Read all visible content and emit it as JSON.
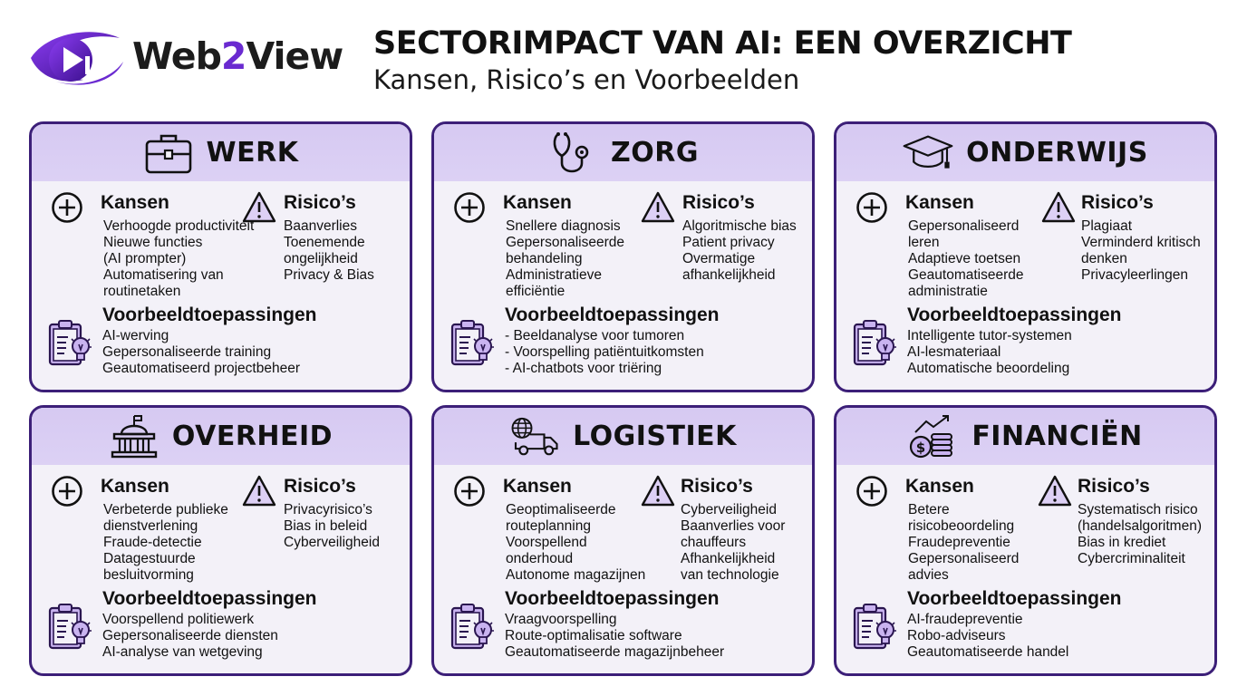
{
  "brand": {
    "name_prefix": "Web",
    "name_accent": "2",
    "name_suffix": "View",
    "accent_color": "#6a2ad0"
  },
  "header": {
    "title": "SECTORIMPACT VAN AI: EEN OVERZICHT",
    "subtitle": "Kansen, Risico’s en Voorbeelden"
  },
  "colors": {
    "card_border": "#3c1f78",
    "card_header": "#d8ccf2",
    "card_body": "#f3f1f8",
    "icon_fill": "#c9b3f0"
  },
  "labels": {
    "opportunities": "Kansen",
    "risks": "Risico’s",
    "examples": "Voorbeeldtoepassingen"
  },
  "sectors": [
    {
      "name": "WERK",
      "icon": "briefcase-icon",
      "opportunities": [
        "Verhoogde productiviteit",
        "Nieuwe functies",
        "(AI prompter)",
        "Automatisering van",
        "routinetaken"
      ],
      "risks": [
        "Baanverlies",
        "Toenemende",
        "ongelijkheid",
        "Privacy & Bias"
      ],
      "examples": [
        "AI-werving",
        "Gepersonaliseerde training",
        "Geautomatiseerd projectbeheer"
      ]
    },
    {
      "name": "ZORG",
      "icon": "stethoscope-icon",
      "opportunities": [
        "Snellere diagnosis",
        "Gepersonaliseerde",
        "behandeling",
        "Administratieve",
        "efficiëntie"
      ],
      "risks": [
        "Algoritmische bias",
        "Patient privacy",
        "Overmatige",
        "afhankelijkheid"
      ],
      "examples": [
        "- Beeldanalyse voor tumoren",
        "- Voorspelling patiëntuitkomsten",
        "- AI-chatbots voor triëring"
      ]
    },
    {
      "name": "ONDERWIJS",
      "icon": "graduation-cap-icon",
      "opportunities": [
        "Gepersonaliseerd",
        "leren",
        "Adaptieve toetsen",
        "Geautomatiseerde",
        "administratie"
      ],
      "risks": [
        "Plagiaat",
        "Verminderd kritisch",
        "denken",
        "Privacyleerlingen"
      ],
      "examples": [
        "Intelligente tutor-systemen",
        "AI-lesmateriaal",
        "Automatische beoordeling"
      ]
    },
    {
      "name": "OVERHEID",
      "icon": "government-building-icon",
      "opportunities": [
        "Verbeterde publieke",
        "dienstverlening",
        "Fraude-detectie",
        "Datagestuurde",
        "besluitvorming"
      ],
      "risks": [
        "Privacyrisico’s",
        "Bias in beleid",
        "Cyberveiligheid"
      ],
      "examples": [
        "Voorspellend politiewerk",
        "Gepersonaliseerde diensten",
        "AI-analyse van wetgeving"
      ]
    },
    {
      "name": "LOGISTIEK",
      "icon": "globe-truck-icon",
      "opportunities": [
        "Geoptimaliseerde",
        "routeplanning",
        "Voorspellend",
        "onderhoud",
        "Autonome magazijnen"
      ],
      "risks": [
        "Cyberveiligheid",
        "Baanverlies voor",
        "chauffeurs",
        "Afhankelijkheid",
        "van technologie"
      ],
      "examples": [
        "Vraagvoorspelling",
        "Route-optimalisatie software",
        "Geautomatiseerde magazijnbeheer"
      ]
    },
    {
      "name": "FINANCIËN",
      "icon": "coins-growth-icon",
      "opportunities": [
        "Betere",
        "risicobeoordeling",
        "Fraudepreventie",
        "Gepersonaliseerd",
        "advies"
      ],
      "risks": [
        "Systematisch risico",
        "(handelsalgoritmen)",
        "Bias in krediet",
        "Cybercriminaliteit"
      ],
      "examples": [
        "AI-fraudepreventie",
        "Robo-adviseurs",
        "Geautomatiseerde handel"
      ]
    }
  ]
}
